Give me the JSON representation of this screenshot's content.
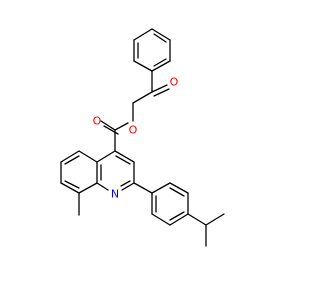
{
  "molecule": {
    "atom_labels": {
      "ketone_oxygen": "O",
      "ester_ring_oxygen": "O",
      "carbonyl_oxygen": "O",
      "quinoline_nitrogen": "N"
    },
    "colors": {
      "oxygen": "#ff0000",
      "nitrogen": "#0000ff",
      "bond": "#000000",
      "background": "#ffffff"
    }
  }
}
